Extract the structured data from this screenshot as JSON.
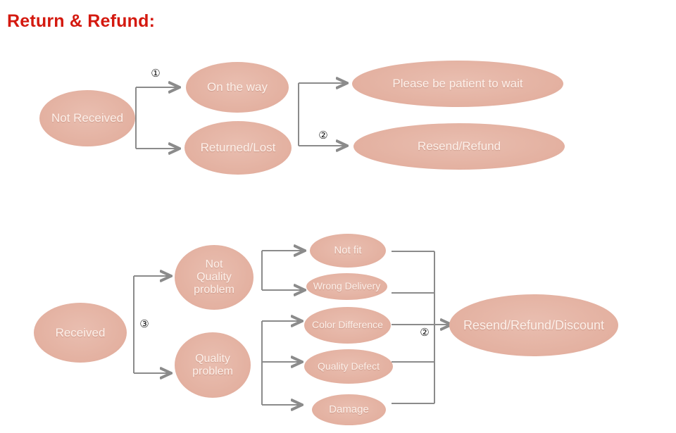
{
  "page": {
    "title": "Return & Refund:",
    "title_color": "#d4190f",
    "background": "#ffffff",
    "node_fill": "#e6b6a7",
    "node_text_color": "#fdf0ea",
    "connector_color": "#8b8b8b"
  },
  "diagram": {
    "type": "flowchart",
    "sections": [
      {
        "name": "not-received-flow",
        "start": "Not Received",
        "stage2": [
          "On the way",
          "Returned/Lost"
        ],
        "stage3": [
          "Please be patient to wait",
          "Resend/Refund"
        ],
        "markers": [
          "1",
          "2"
        ]
      },
      {
        "name": "received-flow",
        "start": "Received",
        "stage2": [
          "Not Quality problem",
          "Quality problem"
        ],
        "stage3": [
          "Not fit",
          "Wrong Delivery",
          "Color Difference",
          "Quality Defect",
          "Damage"
        ],
        "stage4": [
          "Resend/Refund/Discount"
        ],
        "markers": [
          "3",
          "2"
        ]
      }
    ]
  },
  "nodes": {
    "not_received": "Not Received",
    "on_the_way": "On the way",
    "returned_lost": "Returned/Lost",
    "please_wait": "Please be patient to wait",
    "resend_refund": "Resend/Refund",
    "received": "Received",
    "not_quality_problem_line1": "Not",
    "not_quality_problem_line2": "Quality",
    "not_quality_problem_line3": "problem",
    "quality_problem_line1": "Quality",
    "quality_problem_line2": "problem",
    "not_fit": "Not fit",
    "wrong_delivery": "Wrong Delivery",
    "color_difference": "Color Difference",
    "quality_defect": "Quality Defect",
    "damage": "Damage",
    "resend_refund_discount": "Resend/Refund/Discount"
  },
  "markers": {
    "one": "①",
    "two": "②",
    "two_b": "②",
    "three": "③"
  }
}
